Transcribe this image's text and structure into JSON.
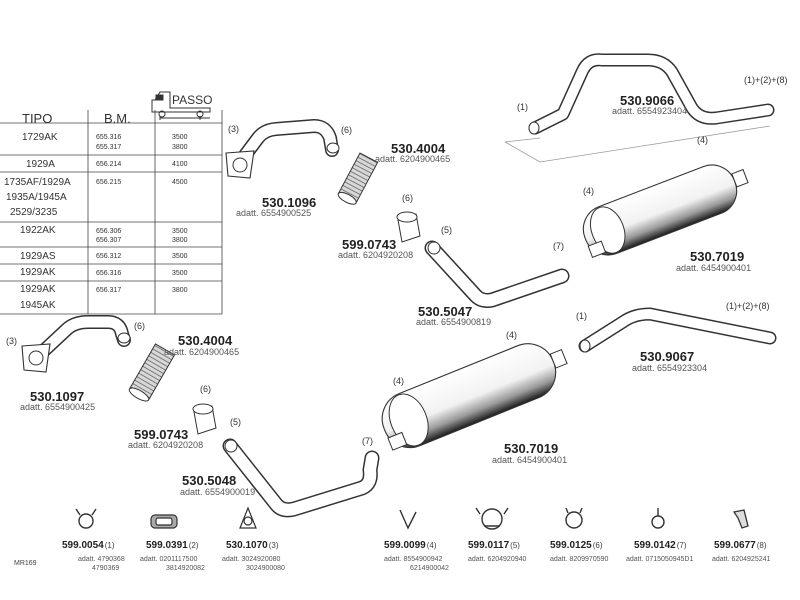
{
  "table": {
    "headers": [
      "TIPO",
      "B.M."
    ],
    "logo_text": "PASSO",
    "rows": [
      {
        "tipo": "1729AK",
        "bm": [
          "655.316",
          "655.317"
        ],
        "passo": [
          "3500",
          "3800"
        ]
      },
      {
        "tipo": "1929A",
        "bm": [
          "656.214"
        ],
        "passo": [
          "4100"
        ]
      },
      {
        "tipo": "1735AF/1929A",
        "bm": [
          "656.215"
        ],
        "passo": [
          "4500"
        ]
      },
      {
        "tipo": "1935A/1945A",
        "bm": [],
        "passo": []
      },
      {
        "tipo": "2529/3235",
        "bm": [],
        "passo": []
      },
      {
        "tipo": "1922AK",
        "bm": [
          "656.306",
          "656.307"
        ],
        "passo": [
          "3500",
          "3800"
        ]
      },
      {
        "tipo": "1929AS",
        "bm": [
          "656.312"
        ],
        "passo": [
          "3500"
        ]
      },
      {
        "tipo": "1929AK",
        "bm": [
          "656.316"
        ],
        "passo": [
          "3500"
        ]
      },
      {
        "tipo": "1929AK",
        "bm": [
          "656.317"
        ],
        "passo": [
          "3800"
        ]
      },
      {
        "tipo": "1945AK",
        "bm": [],
        "passo": []
      }
    ]
  },
  "parts": [
    {
      "num": "530.9066",
      "adatt": "adatt. 6554923404"
    },
    {
      "num": "530.4004",
      "adatt": "adatt. 6204900465"
    },
    {
      "num": "530.1096",
      "adatt": "adatt. 6554900525"
    },
    {
      "num": "599.0743",
      "adatt": "adatt. 6204920208"
    },
    {
      "num": "530.7019",
      "adatt": "adatt. 6454900401"
    },
    {
      "num": "530.5047",
      "adatt": "adatt. 6554900819"
    },
    {
      "num": "530.9067",
      "adatt": "adatt. 6554923304"
    },
    {
      "num": "530.4004",
      "adatt": "adatt. 6204900465"
    },
    {
      "num": "530.1097",
      "adatt": "adatt. 6554900425"
    },
    {
      "num": "599.0743",
      "adatt": "adatt. 6204920208"
    },
    {
      "num": "530.7019",
      "adatt": "adatt. 6454900401"
    },
    {
      "num": "530.5048",
      "adatt": "adatt. 6554900019"
    }
  ],
  "callouts": {
    "c1": "(1)",
    "c3": "(3)",
    "c6": "(6)",
    "c4": "(4)",
    "c5": "(5)",
    "c7": "(7)",
    "c128": "(1)+(2)+(8)"
  },
  "small_parts": [
    {
      "num": "599.0054",
      "qty": "(1)",
      "adatt": [
        "adatt. 4790368",
        "4790369"
      ]
    },
    {
      "num": "599.0391",
      "qty": "(2)",
      "adatt": [
        "adatt. 0201117500",
        "3814920082"
      ]
    },
    {
      "num": "530.1070",
      "qty": "(3)",
      "adatt": [
        "adatt. 3024920080",
        "3024900080"
      ]
    },
    {
      "num": "599.0099",
      "qty": "(4)",
      "adatt": [
        "adatt. 8554900942",
        "6214900042"
      ]
    },
    {
      "num": "599.0117",
      "qty": "(5)",
      "adatt": [
        "adatt. 6204920940"
      ]
    },
    {
      "num": "599.0125",
      "qty": "(6)",
      "adatt": [
        "adatt. 8209970590"
      ]
    },
    {
      "num": "599.0142",
      "qty": "(7)",
      "adatt": [
        "adatt. 0715050945D1"
      ]
    },
    {
      "num": "599.0677",
      "qty": "(8)",
      "adatt": [
        "adatt. 6204925241"
      ]
    }
  ],
  "code": "MR169"
}
